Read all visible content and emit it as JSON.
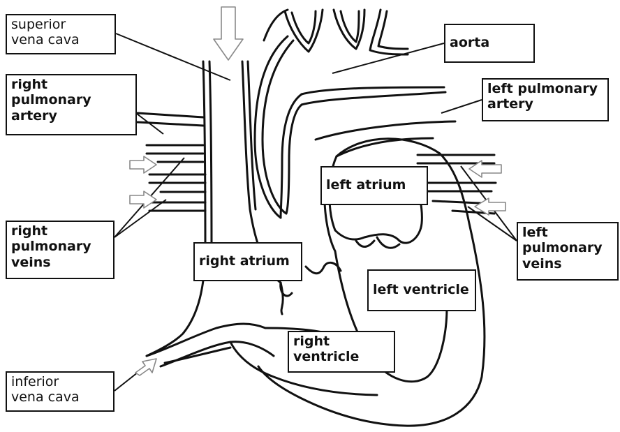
{
  "labels": {
    "superior_vena_cava": "superior\nvena cava",
    "right_pulmonary_artery": "right\npulmonary\nartery",
    "right_pulmonary_veins": "right\npulmonary\nveins",
    "inferior_vena_cava": "inferior\nvena cava",
    "aorta": "aorta",
    "left_pulmonary_artery": "left pulmonary\nartery",
    "left_atrium": "left atrium",
    "left_pulmonary_veins": "left\npulmonary\nveins",
    "right_atrium": "right atrium",
    "left_ventricle": "left ventricle",
    "right_ventricle": "right\nventricle"
  },
  "colors": {
    "line": "#111111",
    "arrow_stroke": "#888888",
    "arrow_fill": "#ffffff"
  }
}
